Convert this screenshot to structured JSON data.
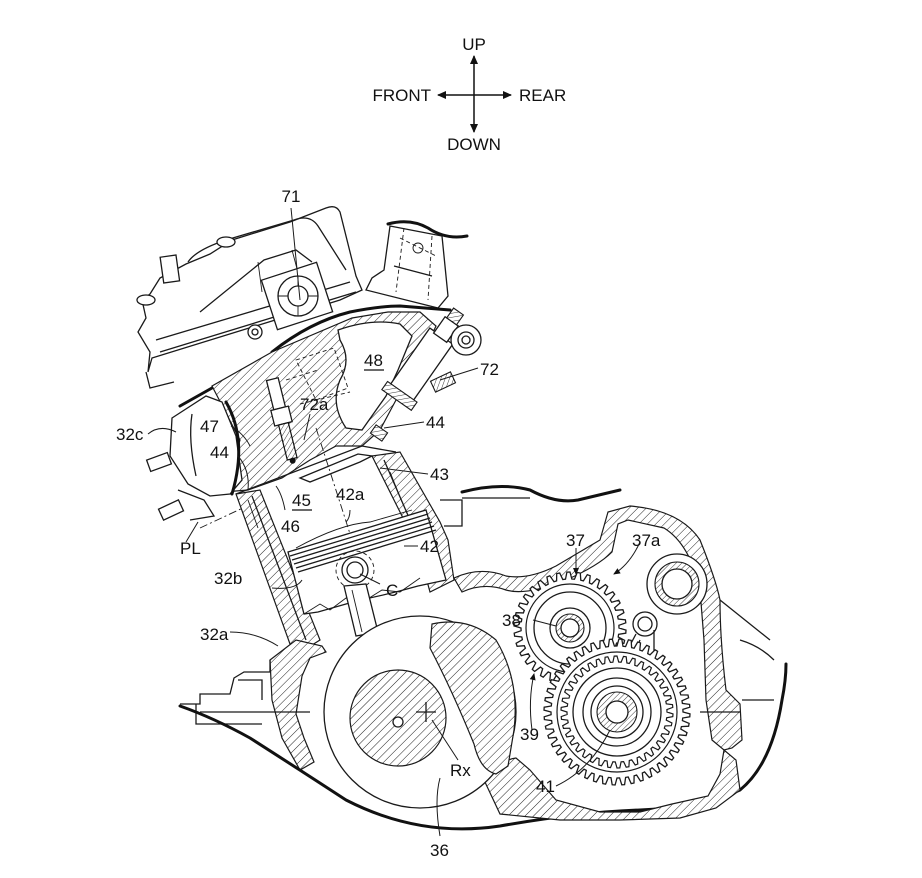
{
  "figure": {
    "type": "patent-style engine cross-section",
    "orientation": {
      "up": "UP",
      "down": "DOWN",
      "front": "FRONT",
      "rear": "REAR"
    },
    "reference_labels": [
      {
        "id": "71",
        "text": "71",
        "part": "cylinder head cover"
      },
      {
        "id": "72",
        "text": "72",
        "part": "injector"
      },
      {
        "id": "72a",
        "text": "72a",
        "part": "spark plug"
      },
      {
        "id": "48",
        "text": "48",
        "part": "intake port",
        "underlined": true
      },
      {
        "id": "44a",
        "text": "44",
        "part": "cylinder head (rear)"
      },
      {
        "id": "44b",
        "text": "44",
        "part": "cylinder head (front)"
      },
      {
        "id": "43",
        "text": "43",
        "part": "cylinder bore"
      },
      {
        "id": "47",
        "text": "47",
        "part": "head gasket edge"
      },
      {
        "id": "32c",
        "text": "32c",
        "part": "cylinder head body"
      },
      {
        "id": "45",
        "text": "45",
        "part": "combustion chamber",
        "underlined": true
      },
      {
        "id": "46",
        "text": "46",
        "part": "chamber wall"
      },
      {
        "id": "42a",
        "text": "42a",
        "part": "piston crown"
      },
      {
        "id": "42",
        "text": "42",
        "part": "piston"
      },
      {
        "id": "PL",
        "text": "PL",
        "part": "parting line"
      },
      {
        "id": "32b",
        "text": "32b",
        "part": "cylinder block"
      },
      {
        "id": "C",
        "text": "C",
        "part": "piston pin center"
      },
      {
        "id": "32a",
        "text": "32a",
        "part": "crankcase"
      },
      {
        "id": "37",
        "text": "37",
        "part": "balancer gear"
      },
      {
        "id": "37a",
        "text": "37a",
        "part": "gear train"
      },
      {
        "id": "38",
        "text": "38",
        "part": "balancer shaft"
      },
      {
        "id": "39",
        "text": "39",
        "part": "rotation arrow"
      },
      {
        "id": "41",
        "text": "41",
        "part": "driven shaft"
      },
      {
        "id": "Rx",
        "text": "Rx",
        "part": "crank axis"
      },
      {
        "id": "36",
        "text": "36",
        "part": "crankshaft"
      }
    ]
  }
}
